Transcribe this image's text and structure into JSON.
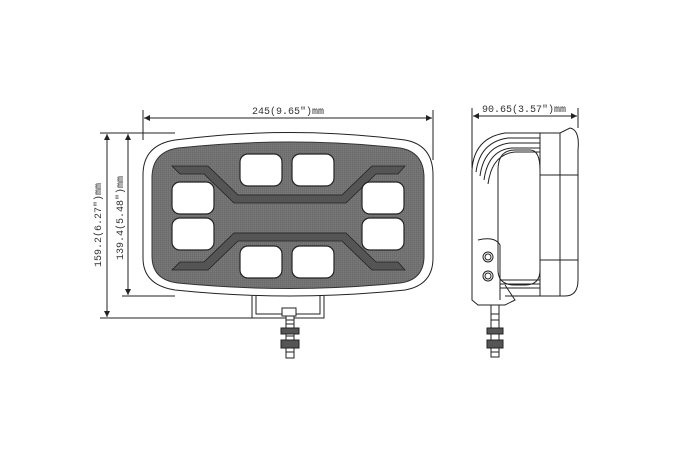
{
  "dimensions": {
    "width": "245(9.65\")mm",
    "height_total": "159.2(6.27\")mm",
    "height_body": "139.4(5.48\")mm",
    "depth": "90.65(3.57\")mm"
  },
  "colors": {
    "line": "#222222",
    "lens": "#6e6e6e",
    "led": "#ffffff"
  }
}
